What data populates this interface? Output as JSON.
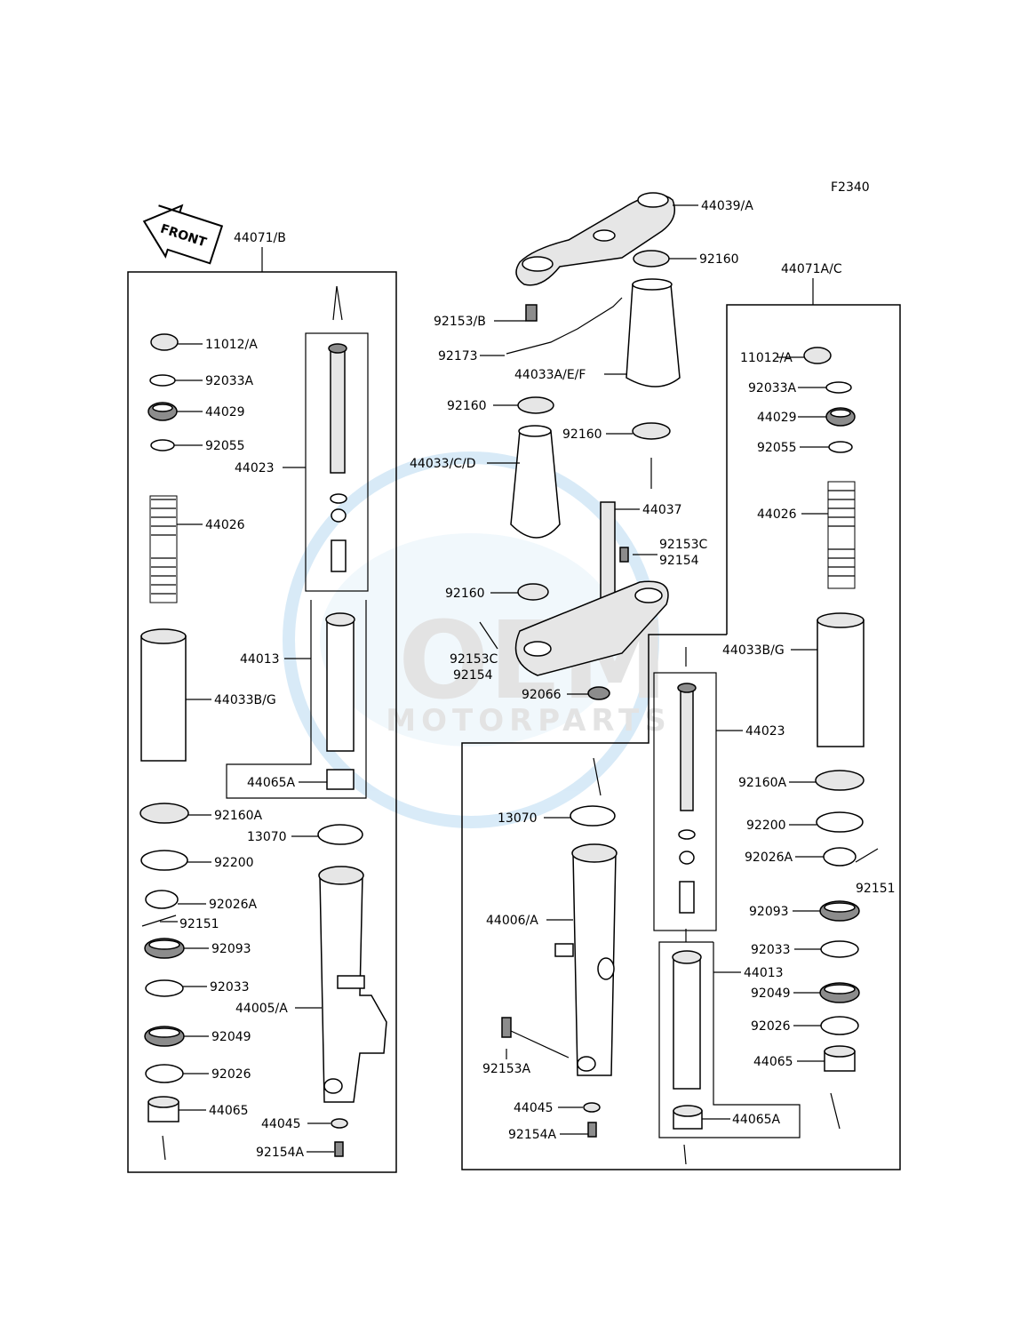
{
  "figure_code": "F2340",
  "front_label": "FRONT",
  "watermark": {
    "brand": "OEM",
    "sub": "MOTORPARTS"
  },
  "left_assembly": {
    "title": "44071/B",
    "labels": {
      "p11012": "11012/A",
      "p92033A": "92033A",
      "p44029": "44029",
      "p92055": "92055",
      "p44023": "44023",
      "p44026": "44026",
      "p44013": "44013",
      "p44033BG": "44033B/G",
      "p44065A": "44065A",
      "p92160A": "92160A",
      "p13070": "13070",
      "p92200": "92200",
      "p92026A": "92026A",
      "p92151": "92151",
      "p92093": "92093",
      "p92033": "92033",
      "p44005": "44005/A",
      "p92049": "92049",
      "p92026": "92026",
      "p44065": "44065",
      "p44045": "44045",
      "p92154A": "92154A"
    }
  },
  "center": {
    "labels": {
      "p44039": "44039/A",
      "p92160_top": "92160",
      "p92153B": "92153/B",
      "p92173": "92173",
      "p44033AEF": "44033A/E/F",
      "p92160_l": "92160",
      "p92160_r": "92160",
      "p44033CD": "44033/C/D",
      "p44037": "44037",
      "p92153C_r": "92153C",
      "p92154_r": "92154",
      "p92160_low": "92160",
      "p92153C_l": "92153C",
      "p92154_l": "92154",
      "p92066": "92066"
    }
  },
  "right_assembly": {
    "title": "44071A/C",
    "labels": {
      "p11012": "11012/A",
      "p92033A": "92033A",
      "p44029": "44029",
      "p92055": "92055",
      "p44026": "44026",
      "p44033BG": "44033B/G",
      "p44023": "44023",
      "p92160A": "92160A",
      "p13070": "13070",
      "p92200": "92200",
      "p92026A": "92026A",
      "p92151": "92151",
      "p44006": "44006/A",
      "p92093": "92093",
      "p92033": "92033",
      "p44013": "44013",
      "p92049": "92049",
      "p92026": "92026",
      "p92153A": "92153A",
      "p44065": "44065",
      "p44045": "44045",
      "p44065A": "44065A",
      "p92154A": "92154A"
    }
  }
}
